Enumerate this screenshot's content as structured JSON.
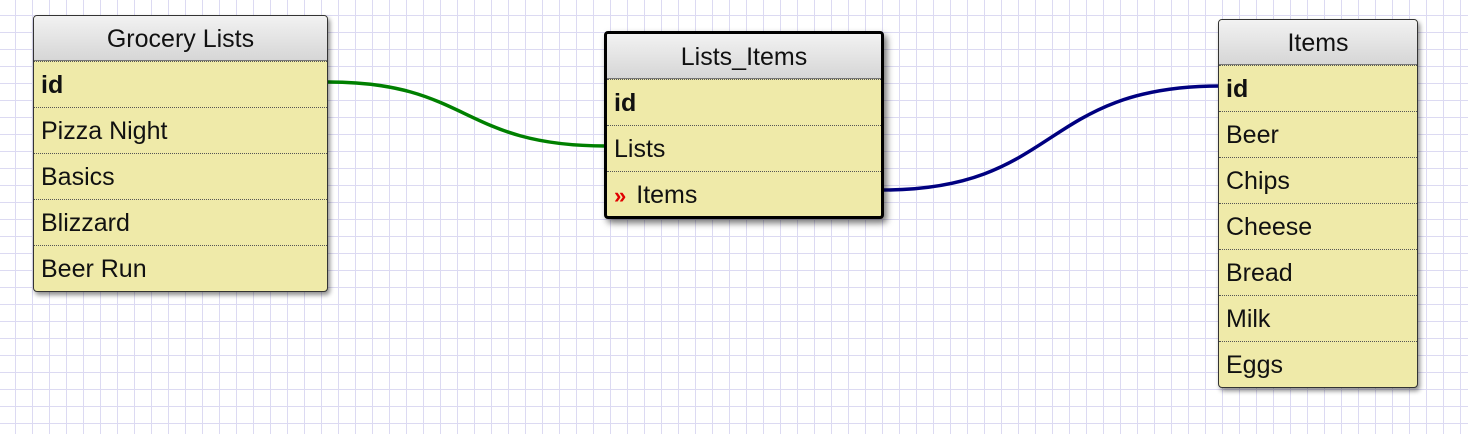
{
  "tables": [
    {
      "id": "grocery_lists",
      "title": "Grocery Lists",
      "rows": [
        {
          "label": "id",
          "primary_key": true
        },
        {
          "label": "Pizza Night"
        },
        {
          "label": "Basics"
        },
        {
          "label": "Blizzard"
        },
        {
          "label": "Beer Run"
        }
      ]
    },
    {
      "id": "lists_items",
      "title": "Lists_Items",
      "selected": true,
      "rows": [
        {
          "label": "id",
          "primary_key": true
        },
        {
          "label": "Lists"
        },
        {
          "label": "Items",
          "foreign_key_marker": "»"
        }
      ]
    },
    {
      "id": "items",
      "title": "Items",
      "rows": [
        {
          "label": "id",
          "primary_key": true
        },
        {
          "label": "Beer"
        },
        {
          "label": "Chips"
        },
        {
          "label": "Cheese"
        },
        {
          "label": "Bread"
        },
        {
          "label": "Milk"
        },
        {
          "label": "Eggs"
        }
      ]
    }
  ],
  "relations": [
    {
      "from": "grocery_lists.id",
      "to": "lists_items.Lists",
      "color": "#008000"
    },
    {
      "from": "lists_items.Items",
      "to": "items.id",
      "color": "#000080"
    }
  ],
  "colors": {
    "row_background": "#efeaa9",
    "header_background": "#dddddd",
    "grid_line": "#dcdaf2",
    "foreign_key_marker": "#e00000"
  }
}
